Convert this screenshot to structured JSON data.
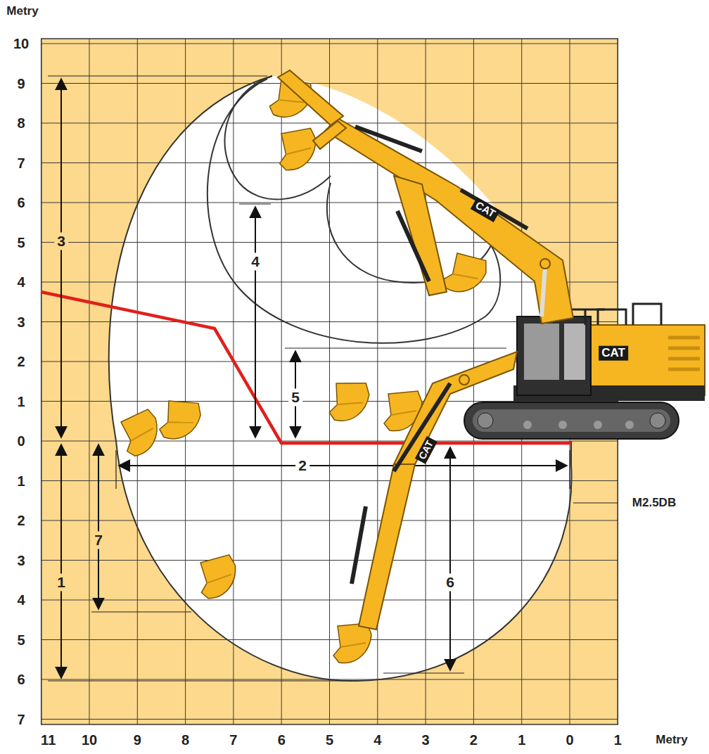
{
  "diagram": {
    "labels": [
      "Metry",
      "10",
      "9",
      "8",
      "7",
      "6",
      "5",
      "4",
      "3",
      "2",
      "1",
      "0",
      "1",
      "2",
      "3",
      "4",
      "5",
      "6",
      "7",
      "11",
      "10",
      "9",
      "8",
      "7",
      "6",
      "5",
      "4",
      "3",
      "2",
      "1",
      "0",
      "1",
      "Metry",
      "3",
      "4",
      "5",
      "2",
      "1",
      "7",
      "6",
      "M2.5DB",
      "CAT",
      "CAT",
      "CAT"
    ]
  }
}
